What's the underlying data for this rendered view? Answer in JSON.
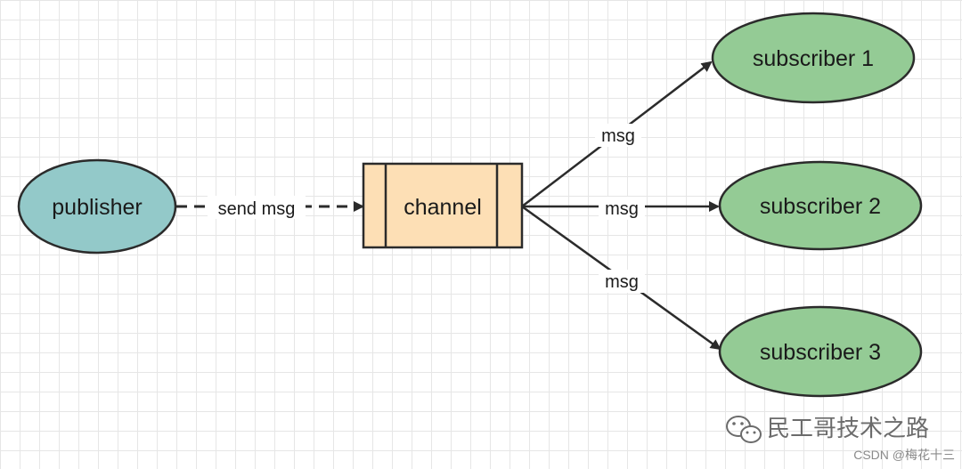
{
  "nodes": {
    "publisher": {
      "label": "publisher",
      "fill": "#93c9c9"
    },
    "channel": {
      "label": "channel",
      "fill": "#fddfb5"
    },
    "subscriber_1": {
      "label": "subscriber 1",
      "fill": "#94cb95"
    },
    "subscriber_2": {
      "label": "subscriber 2",
      "fill": "#94cb95"
    },
    "subscriber_3": {
      "label": "subscriber 3",
      "fill": "#94cb95"
    }
  },
  "edges": {
    "send": {
      "label": "send msg",
      "style": "dashed"
    },
    "to_sub_1": {
      "label": "msg"
    },
    "to_sub_2": {
      "label": "msg"
    },
    "to_sub_3": {
      "label": "msg"
    }
  },
  "watermark": {
    "account": "民工哥技术之路",
    "csdn": "CSDN @梅花十三",
    "icon": "wechat-icon"
  },
  "colors": {
    "stroke": "#2b2b2b",
    "grid": "#e6e6e6"
  }
}
